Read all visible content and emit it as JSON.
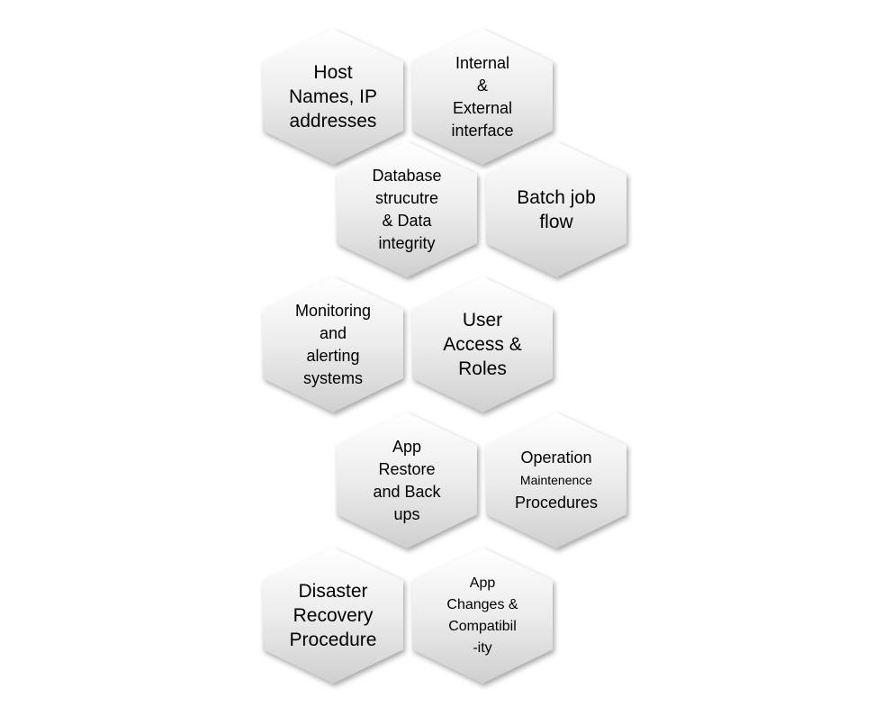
{
  "hexagons": [
    {
      "lines": [
        "Host",
        "Names, IP",
        "addresses"
      ]
    },
    {
      "lines": [
        "Internal",
        "&",
        "External",
        "interface"
      ]
    },
    {
      "lines": [
        "Database",
        "strucutre",
        "& Data",
        "integrity"
      ]
    },
    {
      "lines": [
        "Batch job",
        "flow"
      ]
    },
    {
      "lines": [
        "Monitoring",
        "and",
        "alerting",
        "systems"
      ]
    },
    {
      "lines": [
        "User",
        "Access &",
        "Roles"
      ]
    },
    {
      "lines": [
        "App",
        "Restore",
        "and Back",
        "ups"
      ]
    },
    {
      "lines": [
        "Operation",
        "Maintenence",
        "Procedures"
      ]
    },
    {
      "lines": [
        "Disaster",
        "Recovery",
        "Procedure"
      ]
    },
    {
      "lines": [
        "App",
        "Changes &",
        "Compatibil",
        "-ity"
      ]
    }
  ]
}
